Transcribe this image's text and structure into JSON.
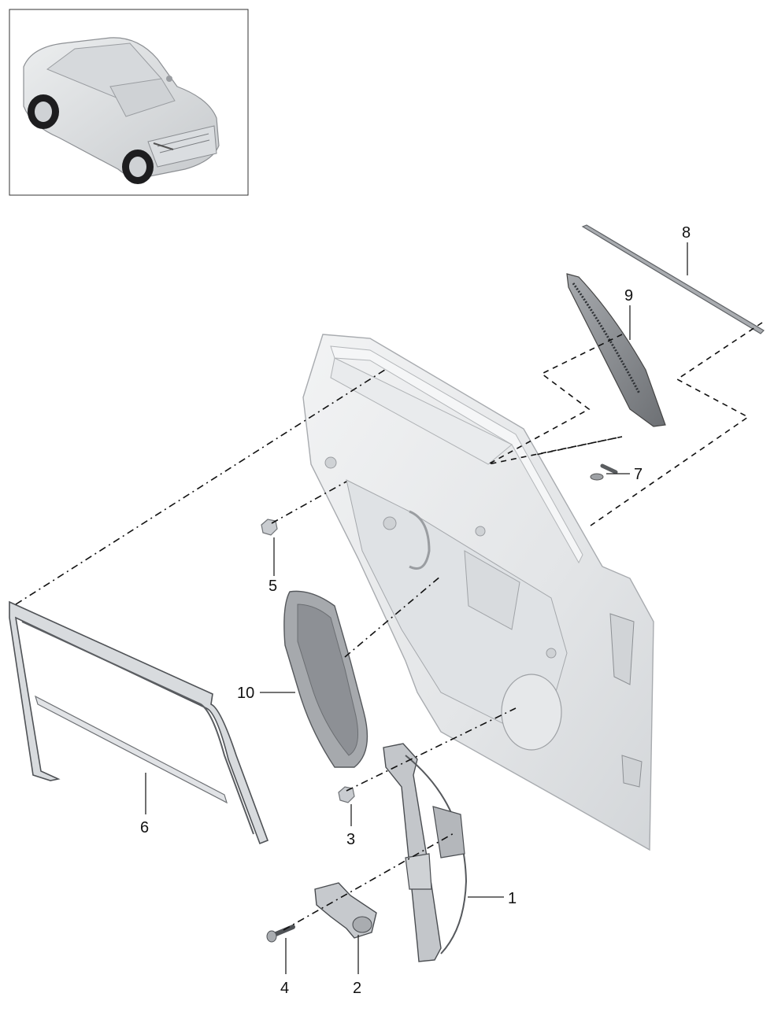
{
  "diagram": {
    "callouts": [
      {
        "id": "1",
        "label": "1"
      },
      {
        "id": "2",
        "label": "2"
      },
      {
        "id": "3",
        "label": "3"
      },
      {
        "id": "4",
        "label": "4"
      },
      {
        "id": "5",
        "label": "5"
      },
      {
        "id": "6",
        "label": "6"
      },
      {
        "id": "7",
        "label": "7"
      },
      {
        "id": "8",
        "label": "8"
      },
      {
        "id": "9",
        "label": "9"
      },
      {
        "id": "10",
        "label": "10"
      }
    ]
  },
  "colors": {
    "part_fill": "#e6e8ea",
    "part_shade": "#c9ccd0",
    "part_dark": "#5a5d60",
    "seal_fill": "#8e9196",
    "line": "#111111"
  }
}
